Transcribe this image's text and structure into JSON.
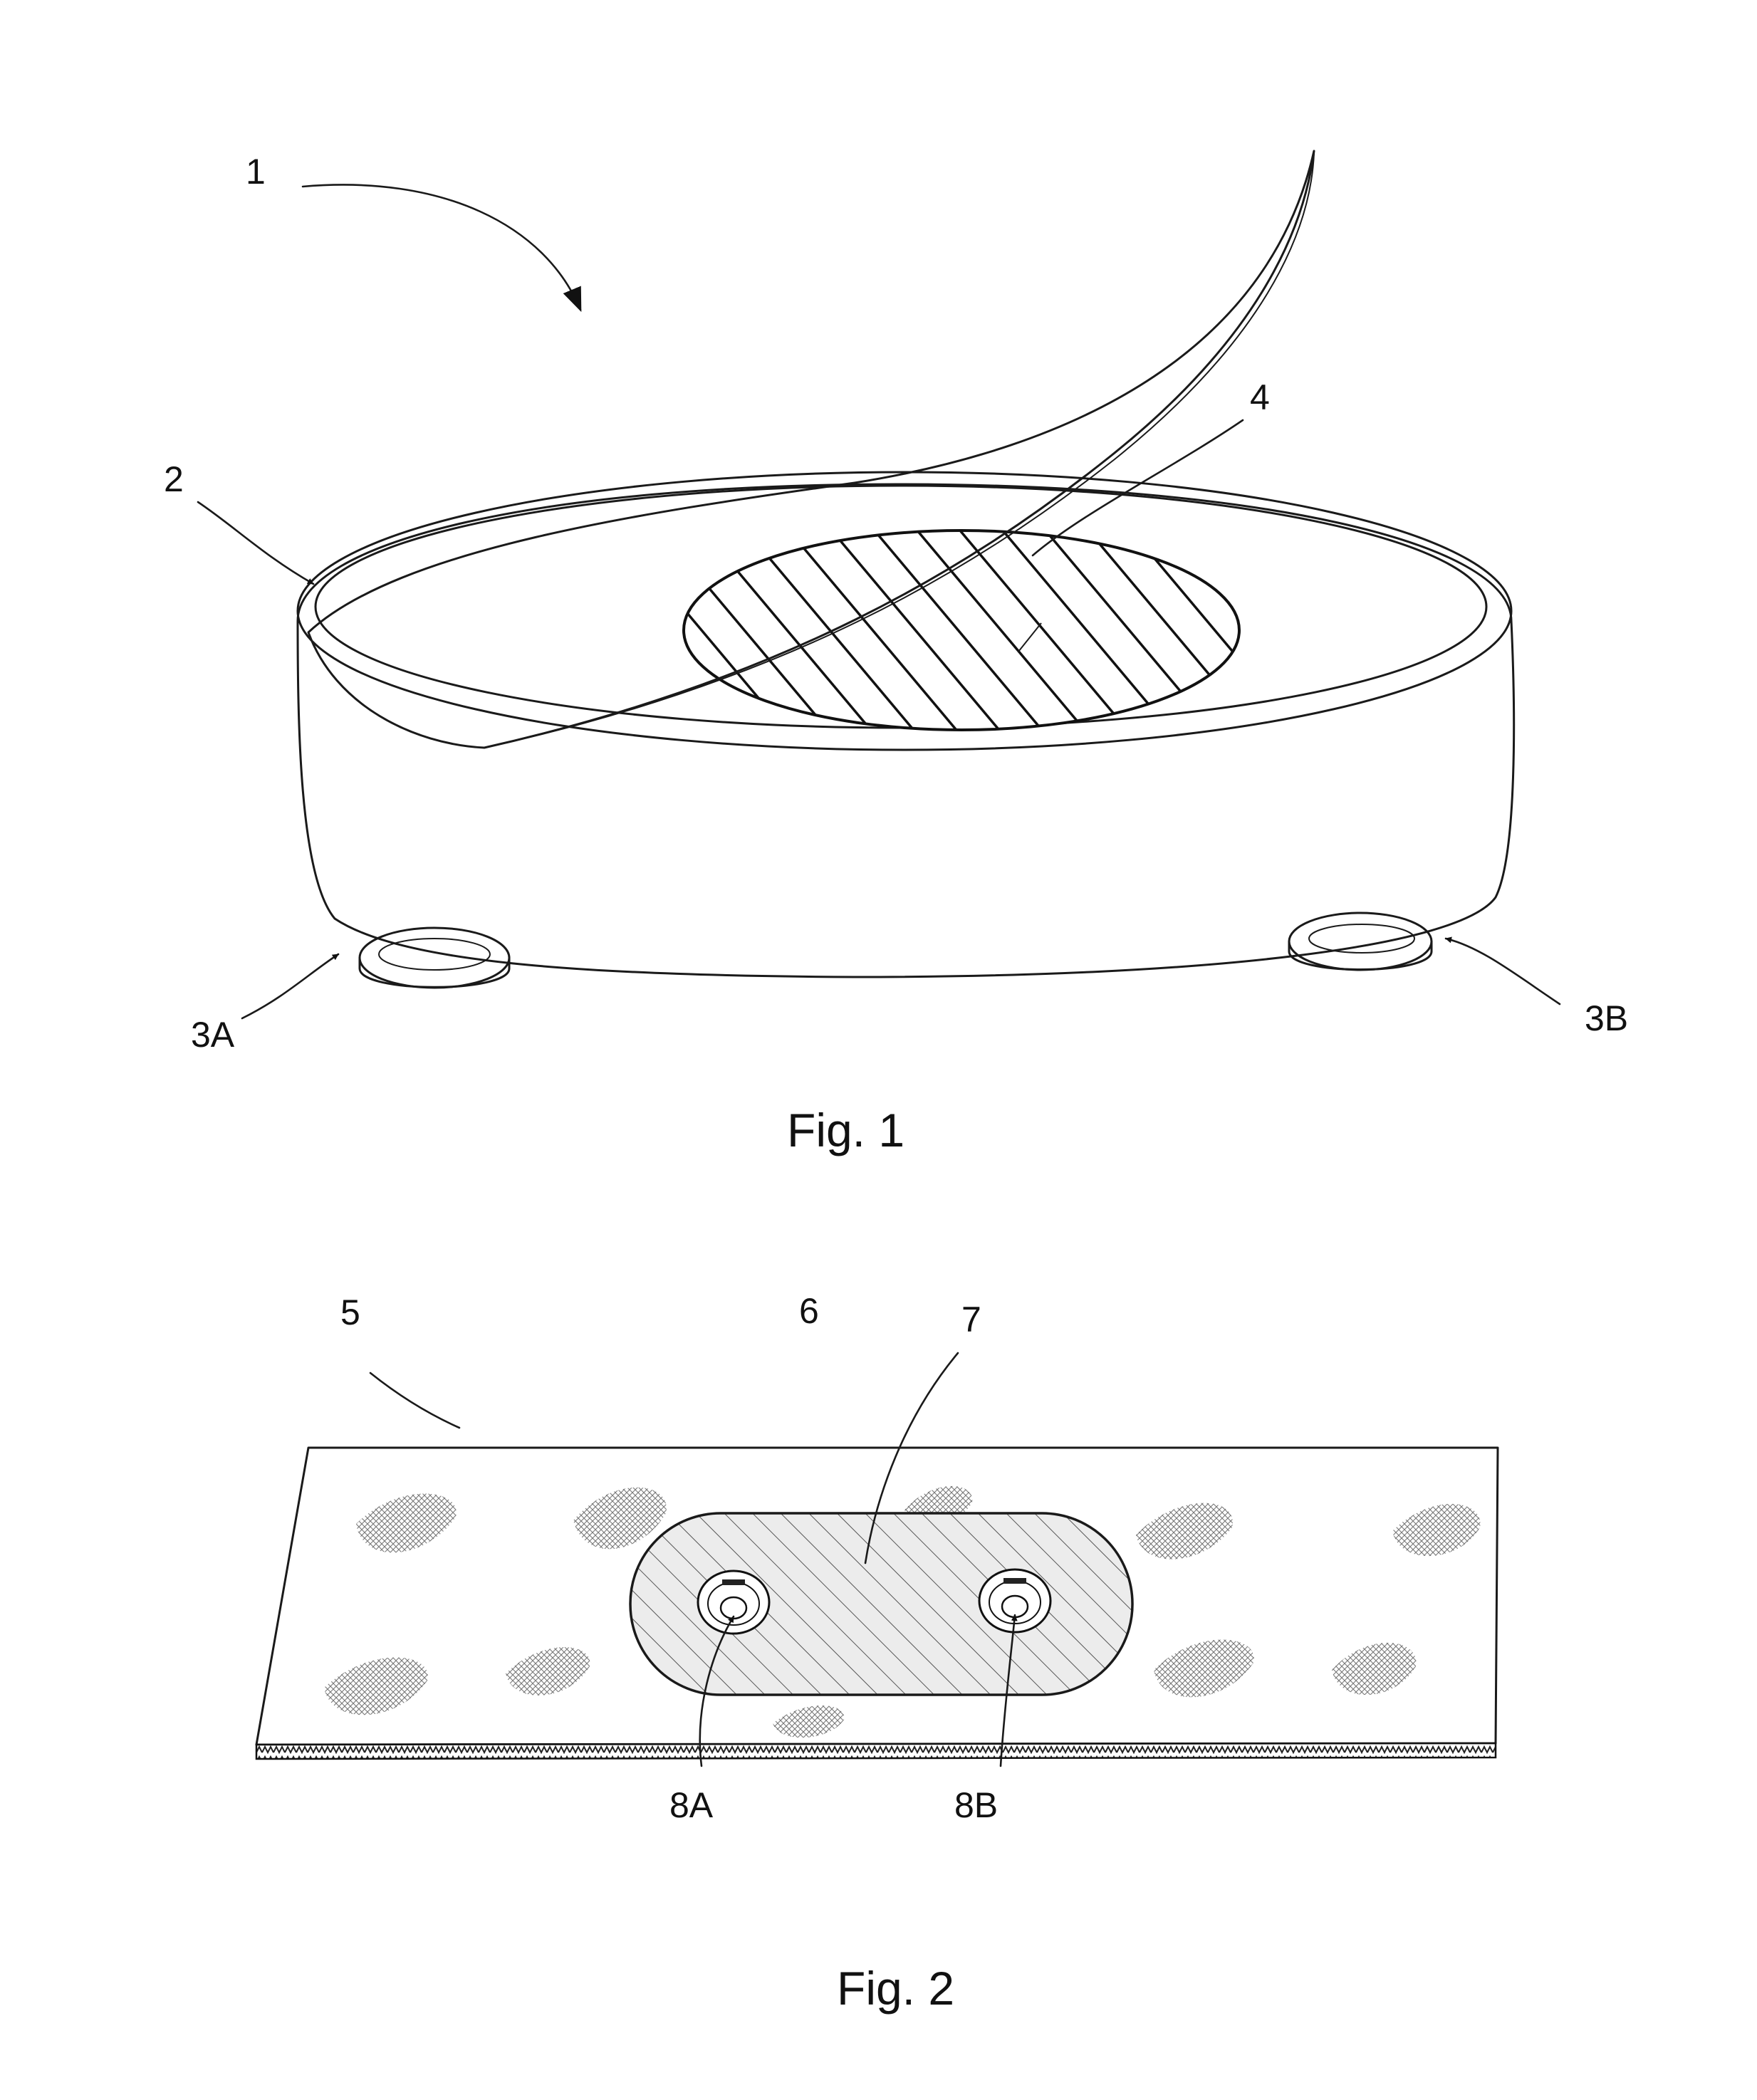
{
  "figure1": {
    "caption": "Fig. 1",
    "labels": {
      "device": "1",
      "housing": "2",
      "foot_left": "3A",
      "foot_right": "3B",
      "sensor_area": "4"
    }
  },
  "figure2": {
    "caption": "Fig. 2",
    "labels": {
      "patch": "5",
      "backing": "6",
      "electrode_pad": "7",
      "contact_left": "8A",
      "contact_right": "8B"
    }
  }
}
